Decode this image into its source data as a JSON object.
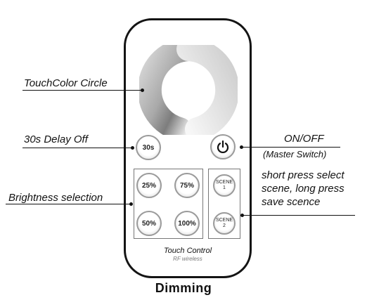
{
  "labels": {
    "touch_circle": "TouchColor Circle",
    "delay_off": "30s Delay Off",
    "on_off": "ON/OFF",
    "master_switch": "(Master Switch)",
    "brightness": "Brightness selection",
    "scene_line1": "short press select",
    "scene_line2": "scene, long press",
    "scene_line3": "save scence"
  },
  "buttons": {
    "delay": "30s",
    "b25": "25%",
    "b75": "75%",
    "b50": "50%",
    "b100": "100%",
    "scene1_top": "SCENE",
    "scene1_num": "1",
    "scene2_top": "SCENE",
    "scene2_num": "2"
  },
  "brand": {
    "title": "Touch Control",
    "subtitle": "RF wireless"
  },
  "caption": "Dimming",
  "icons": {
    "power": "power-icon"
  },
  "colors": {
    "outline": "#141414",
    "wheel_dark": "#8a8a8a",
    "wheel_light": "#f2f2f2"
  }
}
